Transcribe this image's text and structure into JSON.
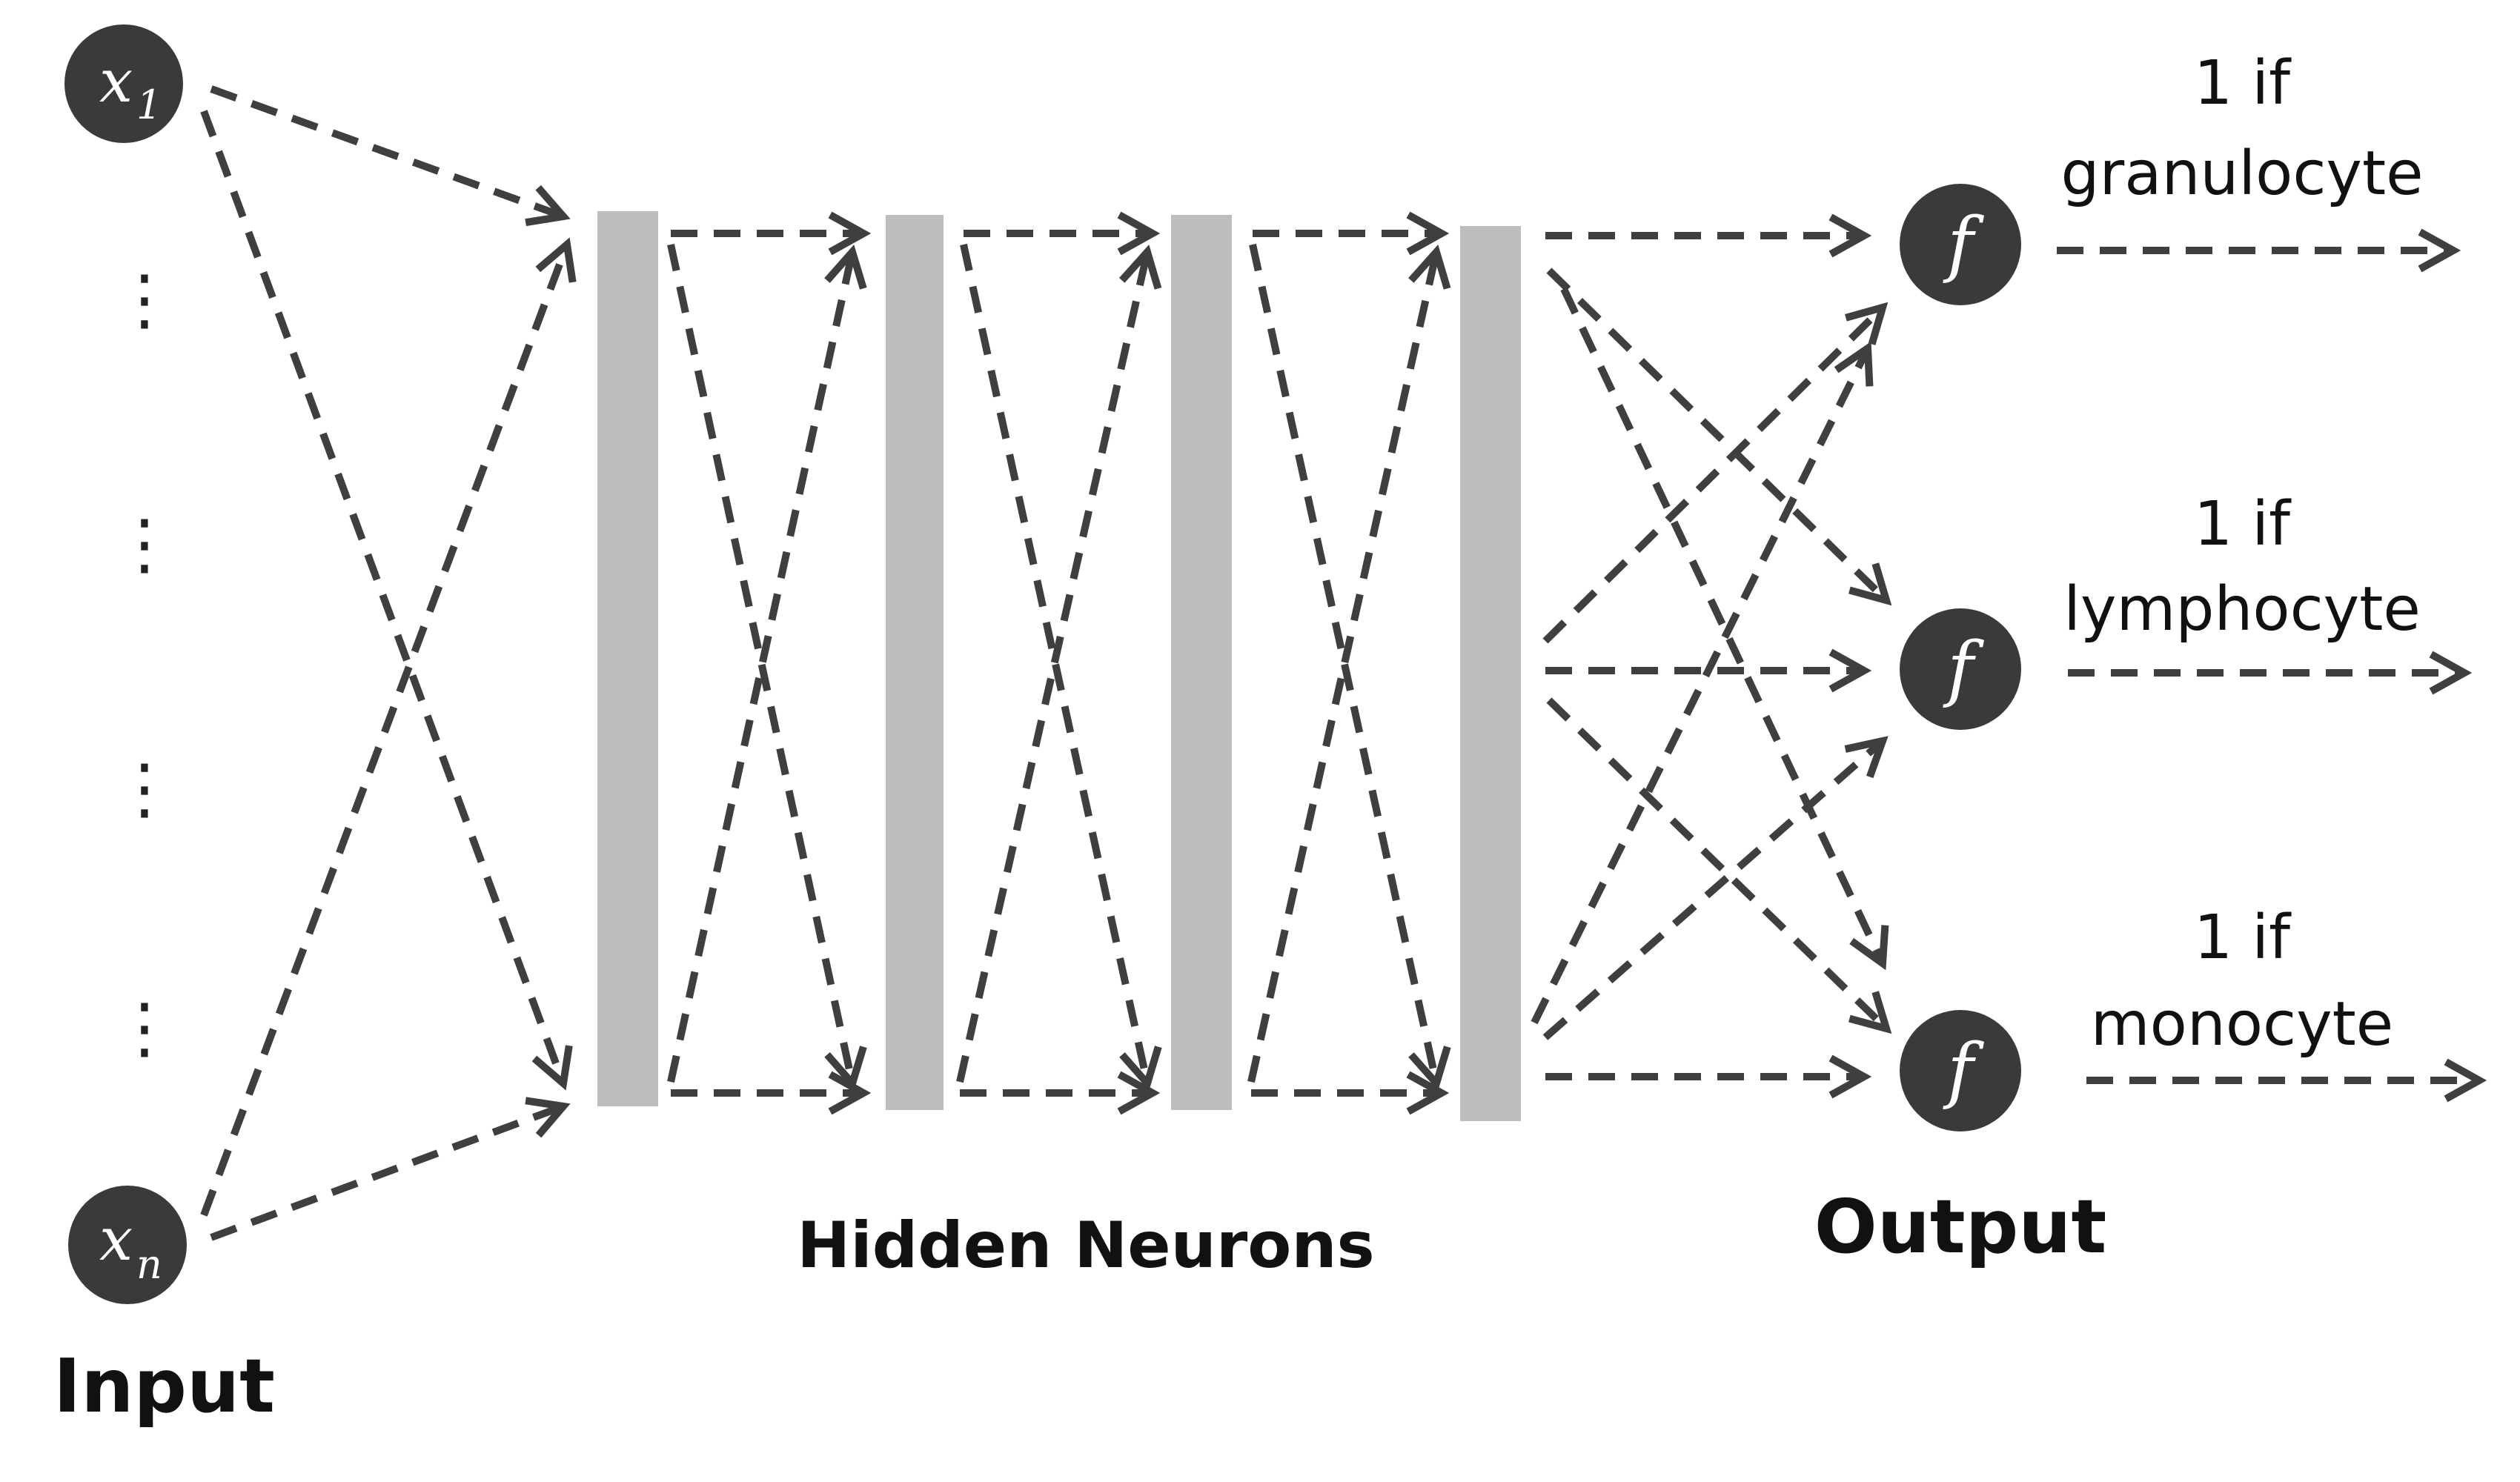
{
  "inputs": {
    "first": {
      "var": "x",
      "sub": "1"
    },
    "last": {
      "var": "x",
      "sub": "n"
    },
    "ellipsis": "⋮"
  },
  "labels": {
    "input": "Input",
    "hidden": "Hidden Neurons",
    "output": "Output"
  },
  "outputs": [
    {
      "func": "f",
      "line1": "1 if",
      "line2": "granulocyte"
    },
    {
      "func": "f",
      "line1": "1 if",
      "line2": "lymphocyte"
    },
    {
      "func": "f",
      "line1": "1 if",
      "line2": "monocyte"
    }
  ],
  "colors": {
    "node": "#3a3a3a",
    "bar": "#bdbdbd",
    "edge": "#3f3f3f"
  }
}
